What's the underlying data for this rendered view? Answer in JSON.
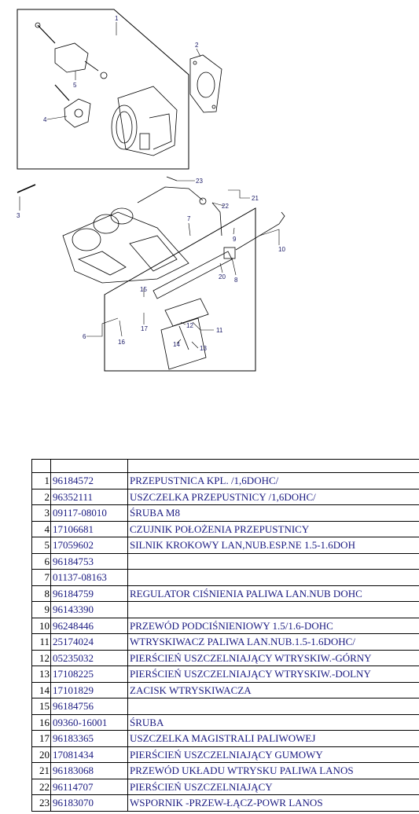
{
  "diagram": {
    "callouts": [
      "1",
      "2",
      "3",
      "4",
      "5",
      "6",
      "7",
      "8",
      "9",
      "10",
      "11",
      "12",
      "13",
      "14",
      "15",
      "16",
      "17",
      "20",
      "21",
      "22",
      "23"
    ]
  },
  "table": {
    "headers": [
      "",
      "",
      ""
    ],
    "rows": [
      {
        "no": "1",
        "part": "96184572",
        "desc": "PRZEPUSTNICA KPL. /1,6DOHC/"
      },
      {
        "no": "2",
        "part": "96352111",
        "desc": "USZCZELKA PRZEPUSTNICY /1,6DOHC/"
      },
      {
        "no": "3",
        "part": "09117-08010",
        "desc": "ŚRUBA M8"
      },
      {
        "no": "4",
        "part": "17106681",
        "desc": "CZUJNIK POŁOŻENIA PRZEPUSTNICY"
      },
      {
        "no": "5",
        "part": "17059602",
        "desc": "SILNIK KROKOWY LAN,NUB.ESP.NE 1.5-1.6DOH"
      },
      {
        "no": "6",
        "part": "96184753",
        "desc": ""
      },
      {
        "no": "7",
        "part": "01137-08163",
        "desc": ""
      },
      {
        "no": "8",
        "part": "96184759",
        "desc": "REGULATOR CIŚNIENIA PALIWA LAN.NUB DOHC"
      },
      {
        "no": "9",
        "part": "96143390",
        "desc": ""
      },
      {
        "no": "10",
        "part": "96248446",
        "desc": "PRZEWÓD PODCIŚNIENIOWY 1.5/1.6-DOHC"
      },
      {
        "no": "11",
        "part": "25174024",
        "desc": "WTRYSKIWACZ PALIWA LAN.NUB.1.5-1.6DOHC/"
      },
      {
        "no": "12",
        "part": "05235032",
        "desc": "PIERŚCIEŃ USZCZELNIAJĄCY WTRYSKIW.-GÓRNY"
      },
      {
        "no": "13",
        "part": "17108225",
        "desc": "PIERŚCIEŃ USZCZELNIAJĄCY WTRYSKIW.-DOLNY"
      },
      {
        "no": "14",
        "part": "17101829",
        "desc": "ZACISK WTRYSKIWACZA"
      },
      {
        "no": "15",
        "part": "96184756",
        "desc": ""
      },
      {
        "no": "16",
        "part": "09360-16001",
        "desc": "ŚRUBA"
      },
      {
        "no": "17",
        "part": "96183365",
        "desc": "USZCZELKA MAGISTRALI PALIWOWEJ"
      },
      {
        "no": "20",
        "part": "17081434",
        "desc": "PIERŚCIEŃ USZCZELNIAJĄCY GUMOWY"
      },
      {
        "no": "21",
        "part": "96183068",
        "desc": "PRZEWÓD UKŁADU WTRYSKU PALIWA LANOS"
      },
      {
        "no": "22",
        "part": "96114707",
        "desc": "PIERŚCIEŃ USZCZELNIAJĄCY"
      },
      {
        "no": "23",
        "part": "96183070",
        "desc": "WSPORNIK -PRZEW-ŁĄCZ-POWR LANOS"
      }
    ]
  }
}
